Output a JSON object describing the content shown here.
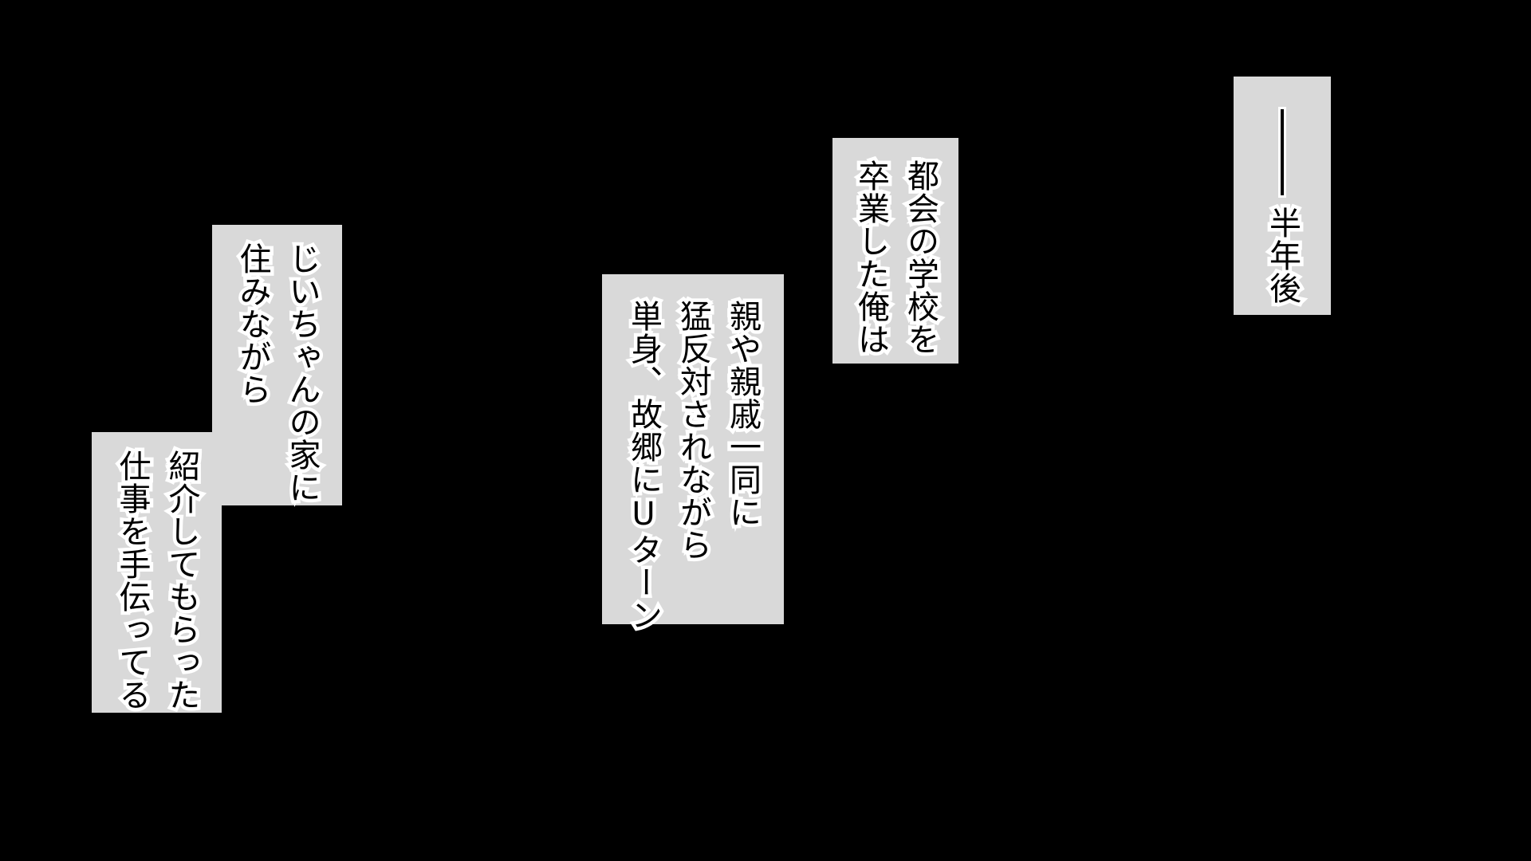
{
  "caption_1": {
    "dash": "――",
    "line_1": "半年後"
  },
  "caption_2": {
    "line_1": "都会の学校を",
    "line_2": "卒業した俺は"
  },
  "caption_3": {
    "line_1": "親や親戚一同に",
    "line_2": "猛反対されながら",
    "line_3": "単身、故郷にUターン"
  },
  "caption_4": {
    "line_1": "じいちゃんの家に",
    "line_2": "住みながら"
  },
  "caption_5": {
    "line_1": "紹介してもらった",
    "line_2": "仕事を手伝ってる"
  },
  "colors": {
    "background": "#000000",
    "box": "#d9d9d9",
    "text": "#000000",
    "text_outline": "#ffffff"
  }
}
